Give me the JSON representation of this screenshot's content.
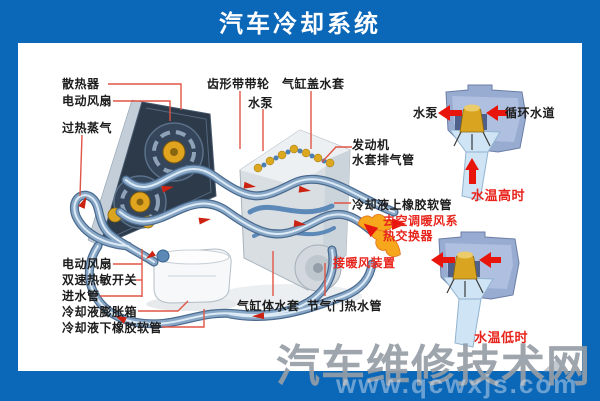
{
  "header": {
    "title": "汽车冷却系统"
  },
  "diagram": {
    "labels": {
      "radiator": "散热器",
      "electric_fan_top": "电动风扇",
      "overheat_steam": "过热蒸气",
      "toothed_belt_pulley": "齿形带带轮",
      "water_pump": "水泵",
      "cylinder_head_jacket": "气缸盖水套",
      "engine_line1": "发动机",
      "engine_line2": "水套排气管",
      "upper_hose": "冷却液上橡胶软管",
      "to_ac_line1": "去空调暖风系",
      "to_ac_line2": "热交换器",
      "heater_connect": "接暖风装置",
      "electric_fan_bottom": "电动风扇",
      "dual_speed_switch": "双速热敏开关",
      "inlet_pipe": "进水管",
      "expansion_tank": "冷却液膨胀箱",
      "lower_hose": "冷却液下橡胶软管",
      "cylinder_block_jacket": "气缸体水套",
      "throttle_hot_pipe": "节气门热水管",
      "water_pump_right": "水泵",
      "circulation_channel": "循环水道",
      "temp_high": "水温高时",
      "temp_low": "水温低时"
    }
  },
  "watermark": {
    "site_name": "汽车维修技术网",
    "site_url": "www.qcwxjs.com"
  },
  "colors": {
    "frame_blue": "#0b67b8",
    "label_black": "#1c1c1c",
    "label_red": "#e8251c",
    "leader_red": "#e05545",
    "pipe_steel": "#89a7c6",
    "brass": "#d9a520",
    "thermostat_housing": "#98abd0",
    "channel_light": "#cfe4f4",
    "radiator_dark": "#2c3a4a",
    "watermark_gray": "#969da6"
  }
}
